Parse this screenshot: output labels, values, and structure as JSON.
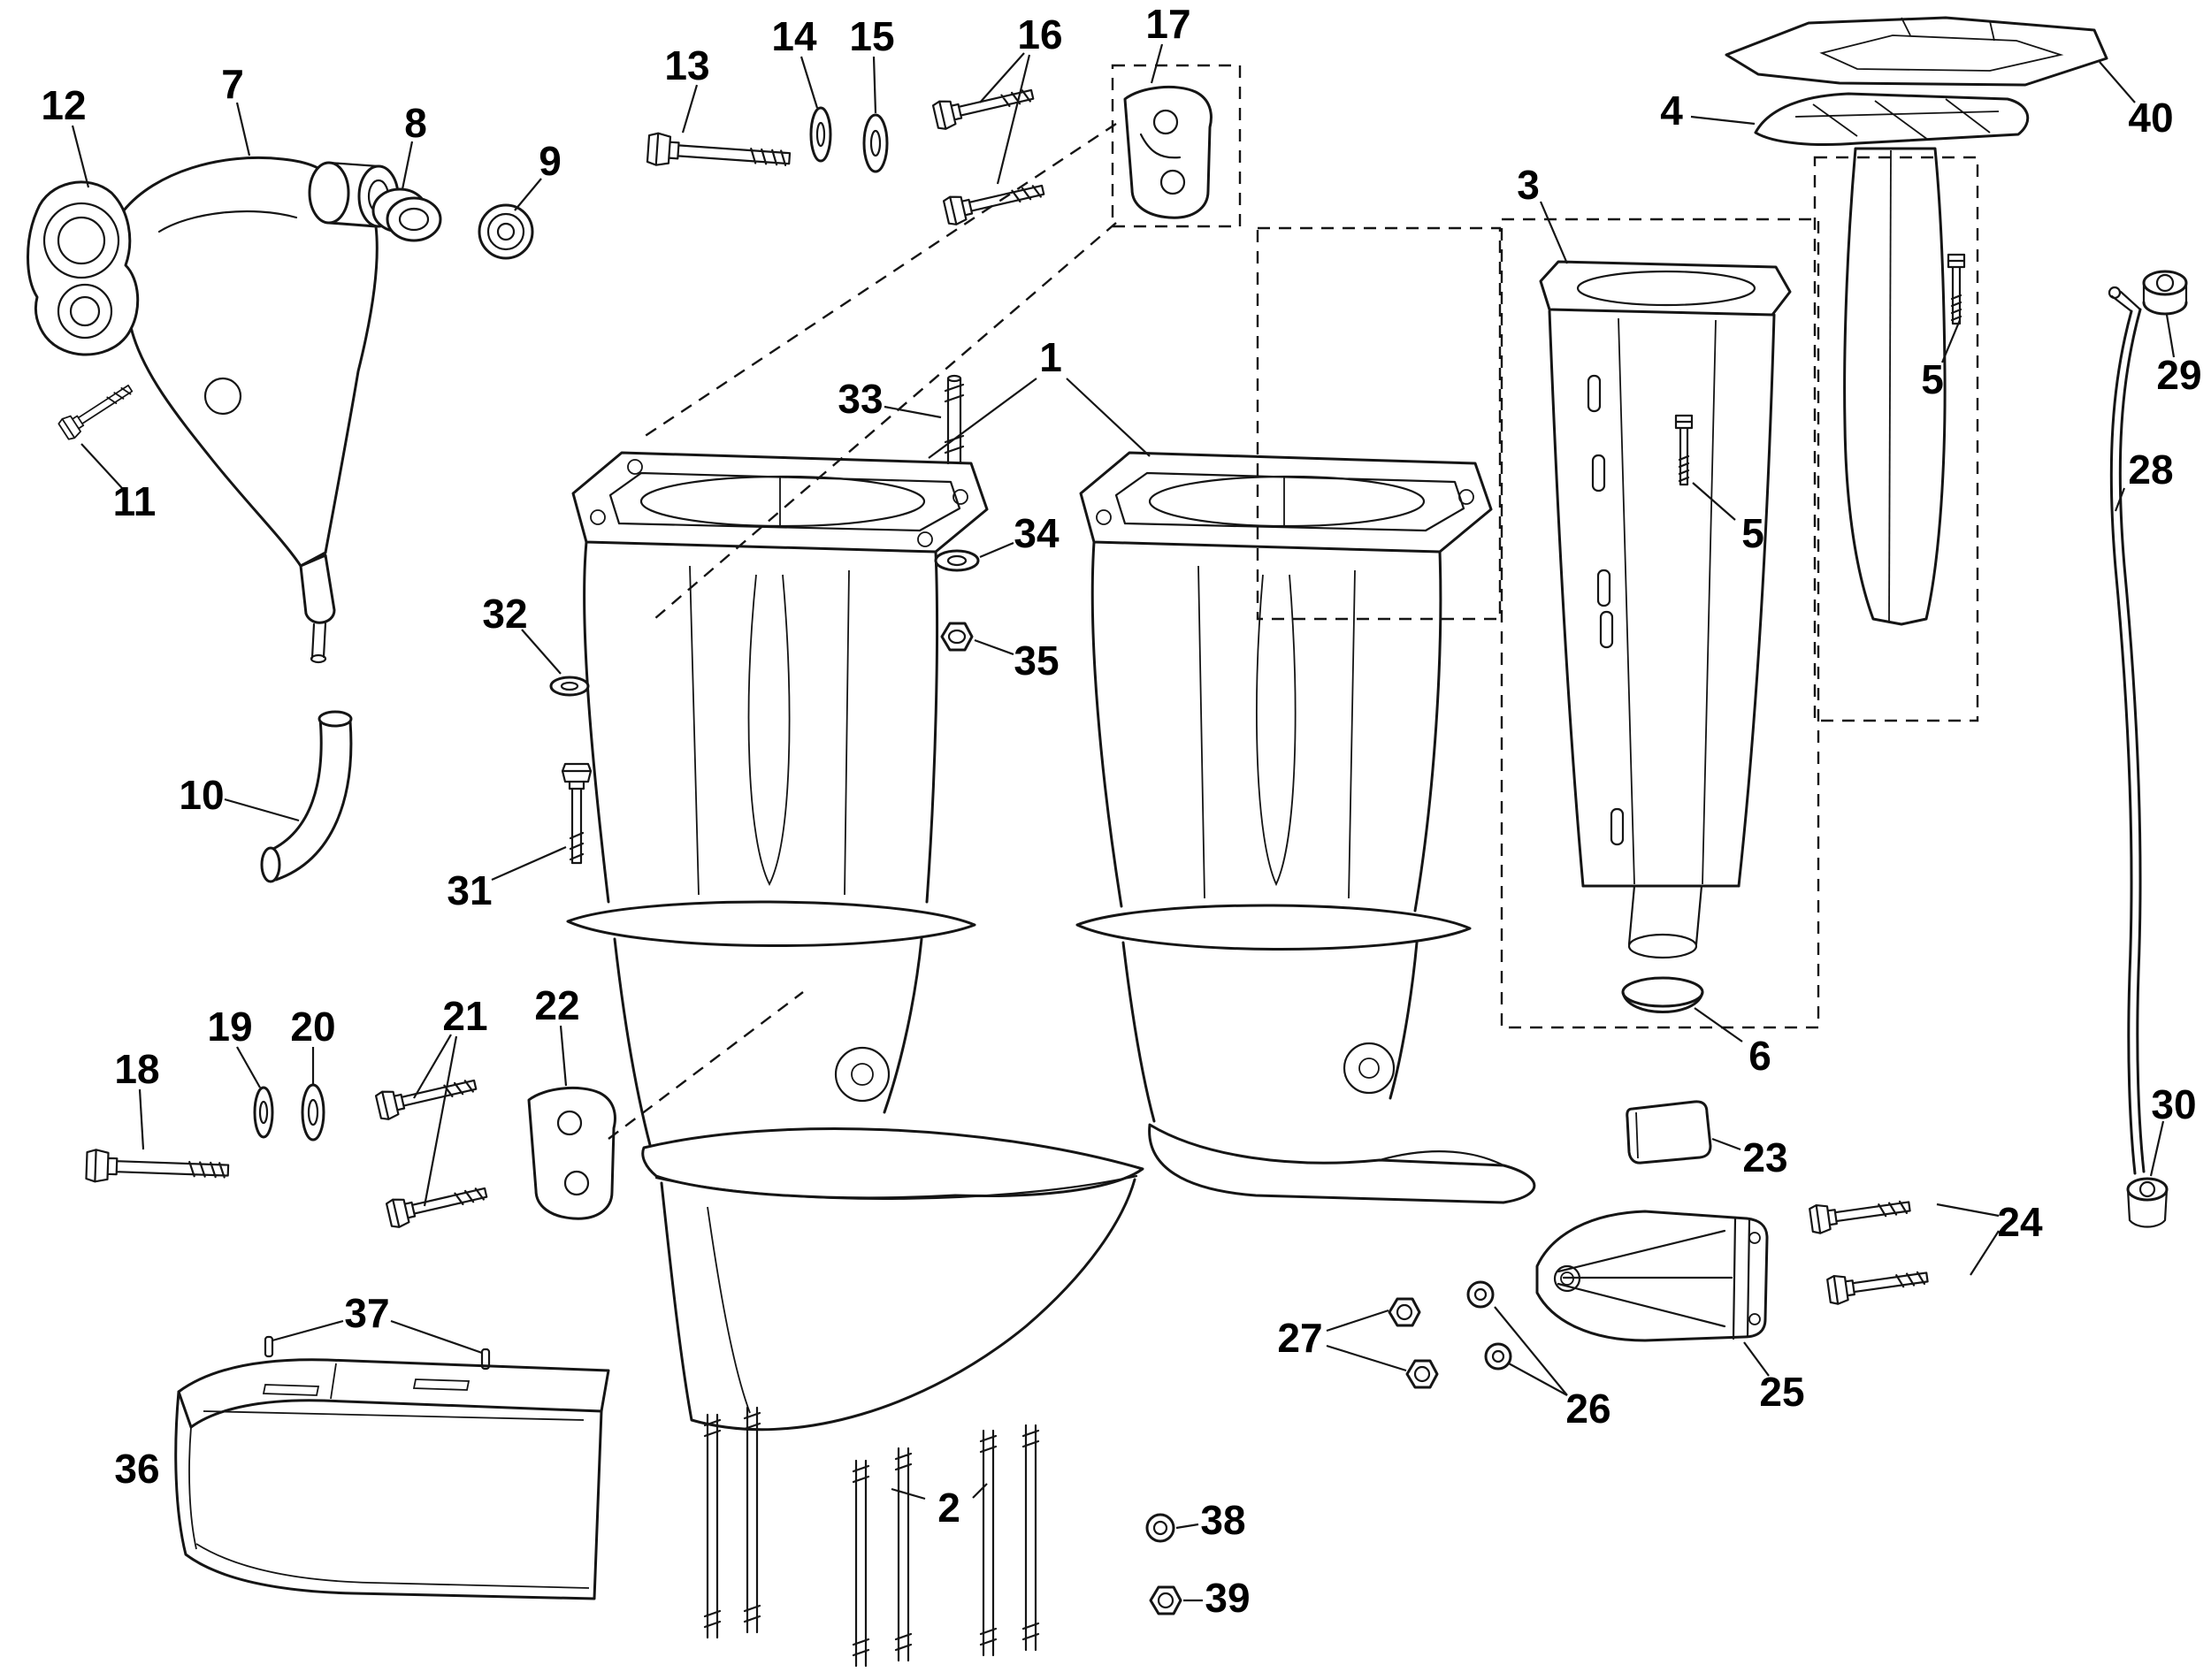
{
  "page": {
    "background": "#ffffff",
    "line_color": "#151515"
  },
  "callouts": {
    "n1": "1",
    "n2": "2",
    "n3": "3",
    "n4": "4",
    "n5a": "5",
    "n5b": "5",
    "n6": "6",
    "n7": "7",
    "n8": "8",
    "n9": "9",
    "n10": "10",
    "n11": "11",
    "n12": "12",
    "n13": "13",
    "n14": "14",
    "n15": "15",
    "n16": "16",
    "n17": "17",
    "n18": "18",
    "n19": "19",
    "n20": "20",
    "n21": "21",
    "n22": "22",
    "n23": "23",
    "n24": "24",
    "n25": "25",
    "n26": "26",
    "n27": "27",
    "n28": "28",
    "n29": "29",
    "n30": "30",
    "n31": "31",
    "n32": "32",
    "n33": "33",
    "n34": "34",
    "n35": "35",
    "n36": "36",
    "n37": "37",
    "n38": "38",
    "n39": "39",
    "n40": "40"
  }
}
